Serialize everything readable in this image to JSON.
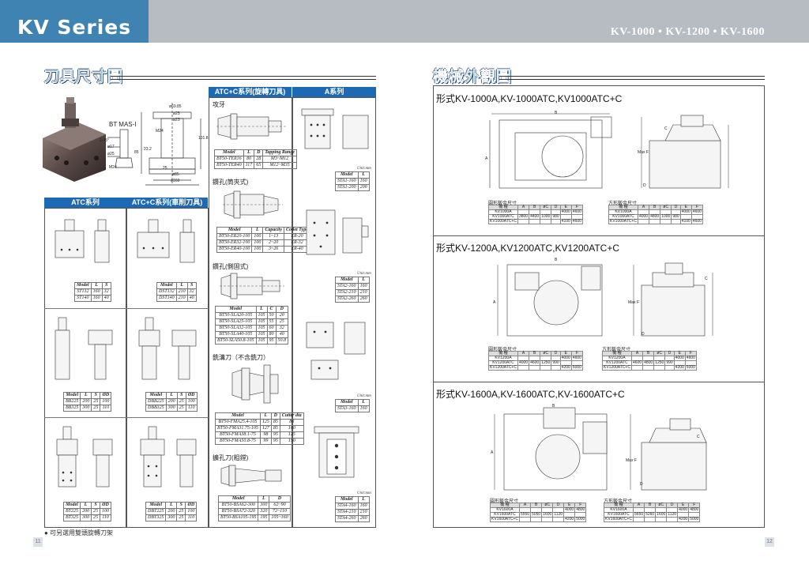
{
  "header": {
    "series_title": "KV Series",
    "models": "KV-1000 • KV-1200 • KV-1600"
  },
  "left": {
    "title": "刀具尺寸圖",
    "spindle_label": "BT MAS-I",
    "spindle_dims": [
      "ø69.85",
      "ø25",
      "ø23",
      "M24",
      "2-45°",
      "ø17",
      "ø25",
      "M24",
      "23.2",
      "85",
      "ø85",
      "ø160",
      "101.8",
      "25"
    ],
    "bands": {
      "atc_c_rot": "ATC+C系列(旋轉刀具)",
      "a_series": "A系列",
      "atc": "ATC系列",
      "atc_c_turn": "ATC+C系列(車削刀具)"
    },
    "sub_labels": {
      "tap": "攻牙",
      "drill_collet": "鑽孔(筒夾式)",
      "drill_side": "鑽孔(側固式)",
      "mill_no_key": "銑溝刀（不含銑刀）",
      "reamer": "擴孔刀(粗鏜)"
    },
    "unit": "Unit:mm",
    "tables": {
      "ter": {
        "head": [
          "Model",
          "L",
          "D",
          "Tapping Range"
        ],
        "rows": [
          [
            "BT50-TER16",
            "80",
            "28",
            "M3~M12"
          ],
          [
            "BT50-TER40",
            "117",
            "65",
            "M12~M35"
          ]
        ]
      },
      "er": {
        "head": [
          "Model",
          "L",
          "Capacity",
          "Collet Type"
        ],
        "rows": [
          [
            "BT50-ER20-100",
            "100",
            "1~13",
            "ER-20"
          ],
          [
            "BT50-ER32-100",
            "100",
            "2~20",
            "ER-32"
          ],
          [
            "BT50-ER40-100",
            "100",
            "3~26",
            "ER-40"
          ]
        ]
      },
      "sla": {
        "head": [
          "Model",
          "L",
          "C",
          "D"
        ],
        "rows": [
          [
            "BT50-SLA20-105",
            "105",
            "50",
            "20"
          ],
          [
            "BT50-SLA25-105",
            "105",
            "55",
            "25"
          ],
          [
            "BT50-SLA32-105",
            "105",
            "60",
            "32"
          ],
          [
            "BT50-SLA40-105",
            "105",
            "80",
            "40"
          ],
          [
            "BT50-SLA50.8-105",
            "105",
            "95",
            "50.8"
          ]
        ]
      },
      "fma": {
        "head": [
          "Model",
          "L",
          "D",
          "Cutter dia"
        ],
        "rows": [
          [
            "BT50-FMA25.4-105",
            "125",
            "85",
            "80"
          ],
          [
            "BT50-FMA31.75-105",
            "127",
            "85",
            "100"
          ],
          [
            "BT50-FMA38.1-75",
            "98",
            "95",
            "125"
          ],
          [
            "BT50-FMA50.8-75",
            "99",
            "95",
            "150"
          ]
        ]
      },
      "bsa": {
        "head": [
          "Model",
          "L",
          "D"
        ],
        "rows": [
          [
            "BT50-BSA62-300",
            "300",
            "62~90"
          ],
          [
            "BT50-BSA72-320",
            "320",
            "72~110"
          ],
          [
            "BT50-BSA105-195",
            "195",
            "105~160"
          ]
        ]
      },
      "sta1": {
        "head": [
          "Model",
          "L"
        ],
        "rows": [
          [
            "STA1-160",
            "160"
          ],
          [
            "STA1-200",
            "200"
          ]
        ]
      },
      "sta2": {
        "head": [
          "Model",
          "L"
        ],
        "rows": [
          [
            "STA2-160",
            "160"
          ],
          [
            "STA2-210",
            "210"
          ],
          [
            "STA2-260",
            "260"
          ]
        ]
      },
      "sta3": {
        "head": [
          "Model",
          "L"
        ],
        "rows": [
          [
            "STA3-160",
            "160"
          ]
        ]
      },
      "sta4": {
        "head": [
          "Model",
          "L"
        ],
        "rows": [
          [
            "STA4-160",
            "160"
          ],
          [
            "STA4-210",
            "210"
          ],
          [
            "STA4-260",
            "260"
          ]
        ]
      },
      "st": {
        "head": [
          "Model",
          "L",
          "S"
        ],
        "rows": [
          [
            "ST132",
            "160",
            "32"
          ],
          [
            "ST140",
            "160",
            "40"
          ]
        ]
      },
      "dst": {
        "head": [
          "Model",
          "L",
          "S"
        ],
        "rows": [
          [
            "DST132",
            "210",
            "32"
          ],
          [
            "DST140",
            "210",
            "40"
          ]
        ]
      },
      "bb": {
        "head": [
          "Model",
          "L",
          "S",
          "ØD"
        ],
        "rows": [
          [
            "BB225",
            "200",
            "25",
            "100"
          ],
          [
            "BB325",
            "300",
            "25",
            "110"
          ]
        ]
      },
      "dbb": {
        "head": [
          "Model",
          "L",
          "S",
          "ØD"
        ],
        "rows": [
          [
            "DBB225",
            "200",
            "25",
            "100"
          ],
          [
            "DBB325",
            "300",
            "25",
            "110"
          ]
        ]
      },
      "bt": {
        "head": [
          "Model",
          "L",
          "S",
          "ØD"
        ],
        "rows": [
          [
            "BT225",
            "200",
            "25",
            "100"
          ],
          [
            "BT325",
            "300",
            "25",
            "110"
          ]
        ]
      },
      "dbt": {
        "head": [
          "Model",
          "L",
          "S",
          "ØD"
        ],
        "rows": [
          [
            "DBT225",
            "200",
            "25",
            "100"
          ],
          [
            "DBT325",
            "300",
            "25",
            "110"
          ]
        ]
      }
    },
    "footnote": "● 可另選用雙頭旋轉刀架",
    "page_number": "11"
  },
  "right": {
    "title": "機械外觀圖",
    "page_number": "12",
    "machines": [
      {
        "title": "形式KV-1000A,KV-1000ATC,KV1000ATC+C",
        "round_cap": "圓形鈑金尺寸",
        "square_cap": "方形鈑金尺寸",
        "dim_labels": [
          "B",
          "A",
          "Max F",
          "C",
          "D"
        ],
        "round": {
          "head": [
            "機 種",
            "A",
            "B",
            "øC",
            "D",
            "E",
            "F"
          ],
          "rows": [
            [
              "KV1000A",
              "",
              "",
              "",
              "",
              "4000",
              "4600"
            ],
            [
              "KV1000ATC",
              "3800",
              "4400",
              "1000",
              "980",
              "",
              ""
            ],
            [
              "KV1000ATC+C",
              "",
              "",
              "",
              "",
              "4100",
              "4600"
            ]
          ]
        },
        "square": {
          "head": [
            "機 種",
            "A",
            "B",
            "øC",
            "D",
            "E",
            "F"
          ],
          "rows": [
            [
              "KV1000A",
              "",
              "",
              "",
              "",
              "4000",
              "4600"
            ],
            [
              "KV1000ATC",
              "4000",
              "4800",
              "1000",
              "980",
              "",
              ""
            ],
            [
              "KV1000ATC+C",
              "",
              "",
              "",
              "",
              "4100",
              "4600"
            ]
          ]
        }
      },
      {
        "title": "形式KV-1200A,KV1200ATC,KV1200ATC+C",
        "round_cap": "圓形鈑金尺寸",
        "square_cap": "方形鈑金尺寸",
        "dim_labels": [
          "B",
          "A",
          "Max F",
          "C",
          "D"
        ],
        "round": {
          "head": [
            "機 種",
            "A",
            "B",
            "øC",
            "D",
            "E",
            "F"
          ],
          "rows": [
            [
              "KV1200A",
              "",
              "",
              "",
              "",
              "4000",
              "4600"
            ],
            [
              "KV1200ATC",
              "4000",
              "4600",
              "1250",
              "990",
              "",
              ""
            ],
            [
              "KV1200ATC+C",
              "",
              "",
              "",
              "",
              "4200",
              "5000"
            ]
          ]
        },
        "square": {
          "head": [
            "機 種",
            "A",
            "B",
            "øC",
            "D",
            "E",
            "F"
          ],
          "rows": [
            [
              "KV1200A",
              "",
              "",
              "",
              "",
              "4000",
              "4600"
            ],
            [
              "KV1200ATC",
              "4600",
              "4800",
              "1250",
              "990",
              "",
              ""
            ],
            [
              "KV1200ATC+C",
              "",
              "",
              "",
              "",
              "4200",
              "5000"
            ]
          ]
        }
      },
      {
        "title": "形式KV-1600A,KV-1600ATC,KV-1600ATC+C",
        "round_cap": "圓形鈑金尺寸",
        "square_cap": "方形鈑金尺寸",
        "dim_labels": [
          "B",
          "A",
          "Max F",
          "C",
          "D"
        ],
        "round": {
          "head": [
            "機 種",
            "A",
            "B",
            "øC",
            "D",
            "E",
            "F"
          ],
          "rows": [
            [
              "KV1600A",
              "",
              "",
              "",
              "",
              "4000",
              "4800"
            ],
            [
              "KV1600ATC",
              "5550",
              "5050",
              "1600",
              "1120",
              "",
              ""
            ],
            [
              "KV1600ATC+C",
              "",
              "",
              "",
              "",
              "4200",
              "5000"
            ]
          ]
        },
        "square": {
          "head": [
            "機 種",
            "A",
            "B",
            "øC",
            "D",
            "E",
            "F"
          ],
          "rows": [
            [
              "KV1600A",
              "",
              "",
              "",
              "",
              "4000",
              "4800"
            ],
            [
              "KV1600ATC",
              "5650",
              "5260",
              "1600",
              "1120",
              "",
              ""
            ],
            [
              "KV1600ATC+C",
              "",
              "",
              "",
              "",
              "4200",
              "5000"
            ]
          ]
        }
      }
    ]
  }
}
